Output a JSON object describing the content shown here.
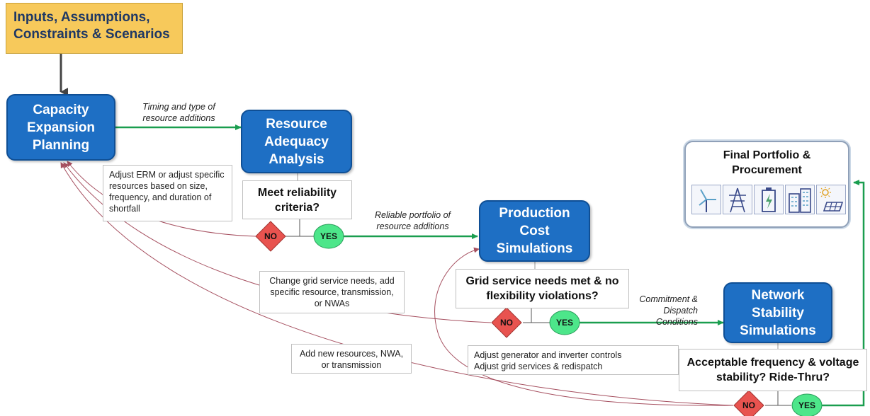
{
  "inputs_box": {
    "text": "Inputs, Assumptions, Constraints & Scenarios"
  },
  "nodes": {
    "capacity_expansion": "Capacity Expansion Planning",
    "resource_adequacy": "Resource Adequacy Analysis",
    "production_cost": "Production Cost Simulations",
    "network_stability": "Network Stability Simulations",
    "final_portfolio": "Final Portfolio & Procurement"
  },
  "questions": {
    "reliability": "Meet reliability criteria?",
    "grid_service": "Grid service needs met & no flexibility violations?",
    "frequency": "Acceptable frequency & voltage stability? Ride-Thru?"
  },
  "edge_labels": {
    "timing": "Timing and type of resource additions",
    "reliable_portfolio": "Reliable portfolio of resource additions",
    "commitment": "Commitment & Dispatch Conditions"
  },
  "feedback_notes": {
    "adjust_erm": "Adjust ERM or adjust specific resources based on size, frequency, and duration of shortfall",
    "change_grid": "Change grid service needs, add specific resource, transmission, or NWAs",
    "add_new": "Add new resources, NWA, or transmission",
    "adjust_generator": "Adjust generator and inverter controls\nAdjust grid services & redispatch"
  },
  "decisions": {
    "no": "NO",
    "yes": "YES"
  },
  "icons": [
    "wind-turbine-icon",
    "transmission-tower-icon",
    "battery-icon",
    "buildings-icon",
    "solar-panel-icon"
  ],
  "colors": {
    "inputs_fill": "#f7c95b",
    "node_fill": "#1e6fc4",
    "no_fill": "#e8534f",
    "yes_fill": "#4de68a",
    "arrow_green": "#1a9e4f",
    "feedback": "#a65060"
  }
}
